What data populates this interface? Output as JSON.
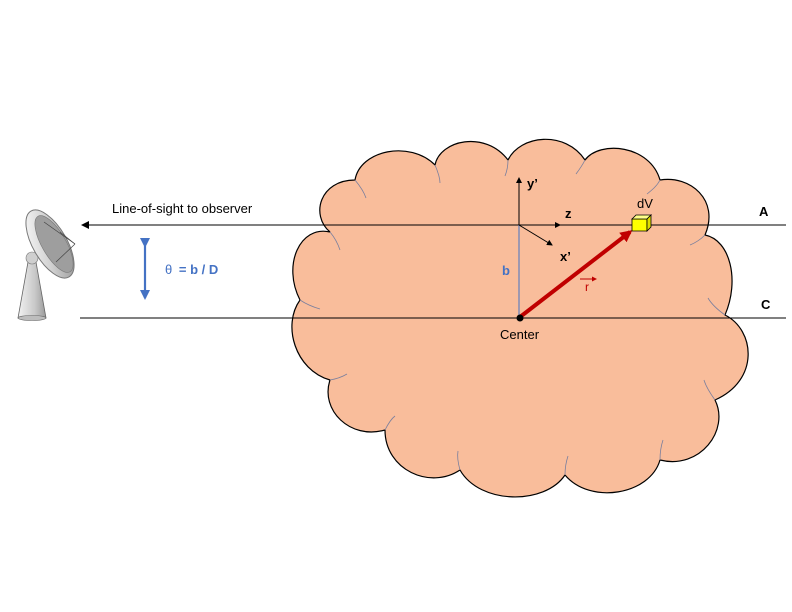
{
  "labels": {
    "line_of_sight": "Line-of-sight to observer",
    "angle_symbol": "θ",
    "angle_eq": "= b / D",
    "line_a": "A",
    "line_c": "C",
    "axis_y": "y’",
    "axis_z": "z",
    "axis_x": "x’",
    "impact_b": "b",
    "vector_r": "r",
    "volume": "dV",
    "center": "Center"
  },
  "colors": {
    "cloud_fill": "#f9bd9b",
    "cloud_stroke": "#000000",
    "angle_blue": "#4472c4",
    "vector_red": "#c00000",
    "volume_yellow": "#ffff00"
  },
  "icons": {
    "observer": "radio-telescope-icon"
  }
}
